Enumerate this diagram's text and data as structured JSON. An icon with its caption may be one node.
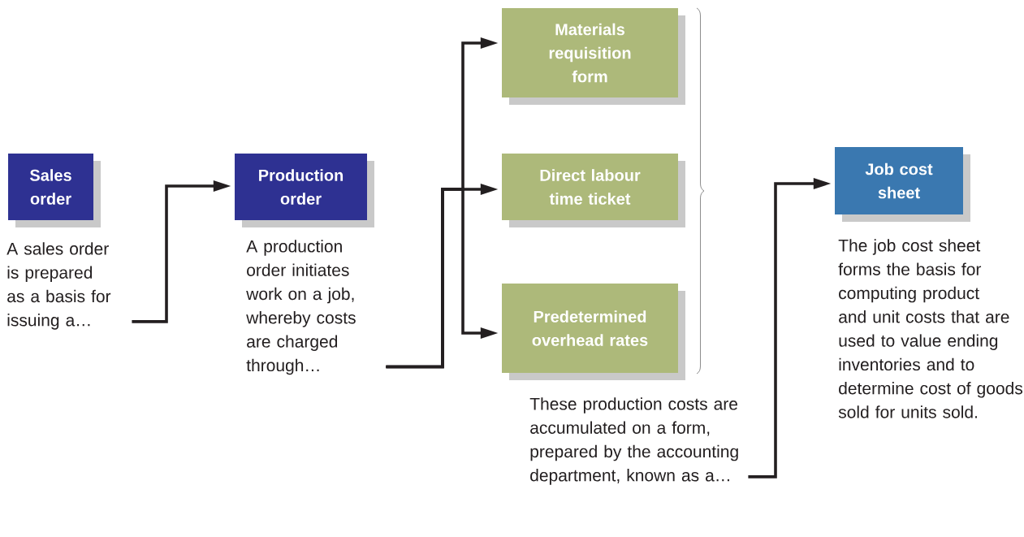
{
  "diagram": {
    "nodes": [
      {
        "text": [
          "Sales order"
        ]
      },
      {
        "text": [
          "A sales order is prepared as a basis for issuing a…"
        ]
      },
      {
        "text": [
          "Production order"
        ]
      },
      {
        "text": [
          "A production order initiates work on a job, whereby costs are charged through…"
        ]
      },
      {
        "text": [
          "Materials requisition form"
        ]
      },
      {
        "text": [
          "Direct labour time ticket"
        ]
      },
      {
        "text": [
          "Predetermined overhead rates"
        ]
      },
      {
        "text": [
          "These production costs are accumulated on a form, prepared by the accounting department, known as a…"
        ]
      },
      {
        "text": [
          "Job cost sheet"
        ]
      },
      {
        "text": [
          "The job cost sheet forms the basis for computing product and unit costs that are used to value ending inventories and to determine cost of goods sold for units sold."
        ]
      }
    ],
    "edges": [
      {
        "from": 1,
        "to": 2,
        "arrow": "to"
      },
      {
        "from": 3,
        "to": 4,
        "arrow": "to"
      },
      {
        "from": 3,
        "to": 5,
        "arrow": "to"
      },
      {
        "from": 3,
        "to": 6,
        "arrow": "to"
      },
      {
        "from": 7,
        "to": 8,
        "arrow": "to"
      }
    ]
  }
}
